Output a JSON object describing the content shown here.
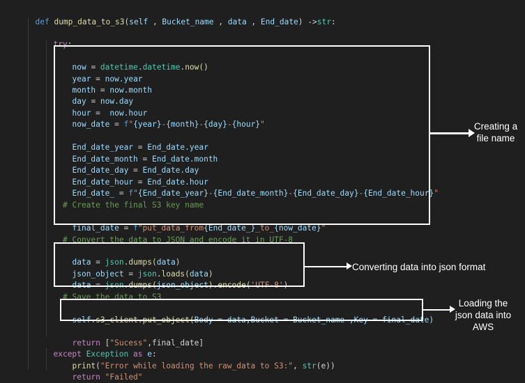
{
  "code": {
    "def_kw": "def",
    "func_name": "dump_data_to_s3",
    "open_paren": "(",
    "param_self": "self",
    "sep1": " , ",
    "param_bucket": "Bucket_name",
    "sep2": " , ",
    "param_data": "data",
    "sep3": " , ",
    "param_end": "End_date",
    "close_sig": ") ->",
    "ret_type": "str",
    "colon": ":",
    "try_kw": "try",
    "try_colon": ":",
    "l_now_var": "now",
    "l_now_eq": " = ",
    "l_now_mod": "datetime",
    "l_now_dot": ".",
    "l_now_cls": "datetime",
    "l_now_fn": ".now()",
    "l_year_var": "year",
    "l_year_eq": " = ",
    "l_year_val": "now.year",
    "l_month_var": "month",
    "l_month_eq": " = ",
    "l_month_val": "now.month",
    "l_day_var": "day",
    "l_day_eq": " = ",
    "l_day_val": "now.day",
    "l_hour_var": "hour",
    "l_hour_eq": " =  ",
    "l_hour_val": "now.hour",
    "l_nowdate_var": "now_date",
    "l_nowdate_eq": " = ",
    "l_nowdate_f": "f",
    "l_nowdate_s1": "\"",
    "l_nowdate_b1": "{year}",
    "l_nowdate_d1": "-",
    "l_nowdate_b2": "{month}",
    "l_nowdate_d2": "-",
    "l_nowdate_b3": "{day}",
    "l_nowdate_d3": "-",
    "l_nowdate_b4": "{hour}",
    "l_nowdate_s2": "\"",
    "l_edy_var": "End_date_year",
    "l_edy_eq": " = ",
    "l_edy_val": "End_date.year",
    "l_edm_var": "End_date_month",
    "l_edm_eq": " = ",
    "l_edm_val": "End_date.month",
    "l_edd_var": "End_date_day",
    "l_edd_eq": " = ",
    "l_edd_val": "End_date.day",
    "l_edh_var": "End_date_hour",
    "l_edh_eq": " = ",
    "l_edh_val": "End_date.hour",
    "l_ed_var": "End_date_",
    "l_ed_eq": " = ",
    "l_ed_f": "f",
    "l_ed_s1": "\"",
    "l_ed_b1": "{End_date_year}",
    "l_ed_d1": "-",
    "l_ed_b2": "{End_date_month}",
    "l_ed_d2": "-",
    "l_ed_b3": "{End_date_day}",
    "l_ed_d3": "-",
    "l_ed_b4": "{End_date_hour}",
    "l_ed_s2": "\"",
    "c_create": "# Create the final S3 key name",
    "l_fd_var": "final_date",
    "l_fd_eq": " = ",
    "l_fd_f": "f",
    "l_fd_s1": "\"put_data_from",
    "l_fd_b1": "{End_date_}",
    "l_fd_s2": "_to_",
    "l_fd_b2": "{now_date}",
    "l_fd_s3": "\"",
    "c_convert": "# Convert the data to JSON and encode it in UTF-8",
    "l_j1_var": "data",
    "l_j1_eq": " = ",
    "l_j1_mod": "json",
    "l_j1_fn": ".dumps(",
    "l_j1_arg": "data",
    "l_j1_end": ")",
    "l_j2_var": "json_object",
    "l_j2_eq": " = ",
    "l_j2_mod": "json",
    "l_j2_fn": ".loads(",
    "l_j2_arg": "data",
    "l_j2_end": ")",
    "l_j3_var": "data",
    "l_j3_eq": " = ",
    "l_j3_mod": "json",
    "l_j3_fn": ".dumps(",
    "l_j3_arg": "json_object",
    "l_j3_mid": ").encode(",
    "l_j3_str": "'UTF-8'",
    "l_j3_end": ")",
    "c_save": "# Save the data to S3",
    "l_put_self": "self",
    "l_put_call": ".s3_client.put_object(",
    "l_put_rest": "Body = data,Bucket = Bucket_name ,Key = final_date)",
    "l_ret_kw": "return",
    "l_ret_open": " [",
    "l_ret_str": "\"Sucess\"",
    "l_ret_rest": ",final_date]",
    "l_exc_kw": "except",
    "l_exc_cls": " Exception",
    "l_exc_as": " as",
    "l_exc_var": " e",
    "l_exc_colon": ":",
    "l_print_fn": "print",
    "l_print_open": "(",
    "l_print_str": "\"Error while loading the raw_data to S3:\"",
    "l_print_sep": ", ",
    "l_print_fn2": "str",
    "l_print_arg": "(e)",
    "l_print_end": ")",
    "l_ret2_kw": "return",
    "l_ret2_str": " \"Failed\""
  },
  "annotations": {
    "file_name": "Creating a\nfile name",
    "json_format": "Converting data into json format",
    "load_aws": "Loading the\njson data into\nAWS"
  }
}
